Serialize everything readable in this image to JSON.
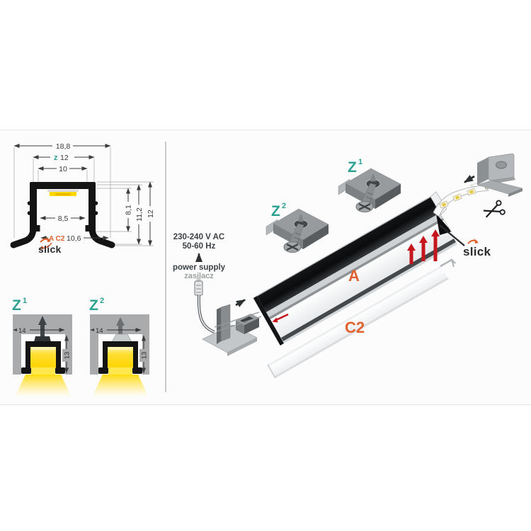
{
  "colors": {
    "teal_accent": "#2aa191",
    "orange_accent": "#e0622e",
    "red_arrow": "#c4161c",
    "profile_black": "#141414",
    "glow_yellow": "#ffd800",
    "metal_gray": "#989b9e"
  },
  "cross_section": {
    "dim_total_width": "18,8",
    "z_marker": "z",
    "dim_z_width": "12",
    "dim_top_opening": "10",
    "dim_inner_width": "8,5",
    "variant_label": "A C2",
    "dim_bottom_opening": "10,6",
    "dim_inner_height": "8,1",
    "dim_body_height": "11,2",
    "dim_total_height": "12",
    "brand": "slick"
  },
  "mount_z1": {
    "letter": "Z",
    "sup": "1",
    "dim_width": "14",
    "dim_depth": "13"
  },
  "mount_z2": {
    "letter": "Z",
    "sup": "2",
    "dim_width": "14",
    "dim_depth": "13"
  },
  "assembly": {
    "clip1": {
      "letter": "Z",
      "sup": "1"
    },
    "clip2": {
      "letter": "Z",
      "sup": "2"
    },
    "power": {
      "voltage": "230-240 V AC",
      "frequency": "50-60 Hz",
      "label_en": "power supply",
      "label_pl": "zasilacz"
    },
    "profile_label": "A",
    "cover_label": "C2",
    "brand": "slick"
  }
}
